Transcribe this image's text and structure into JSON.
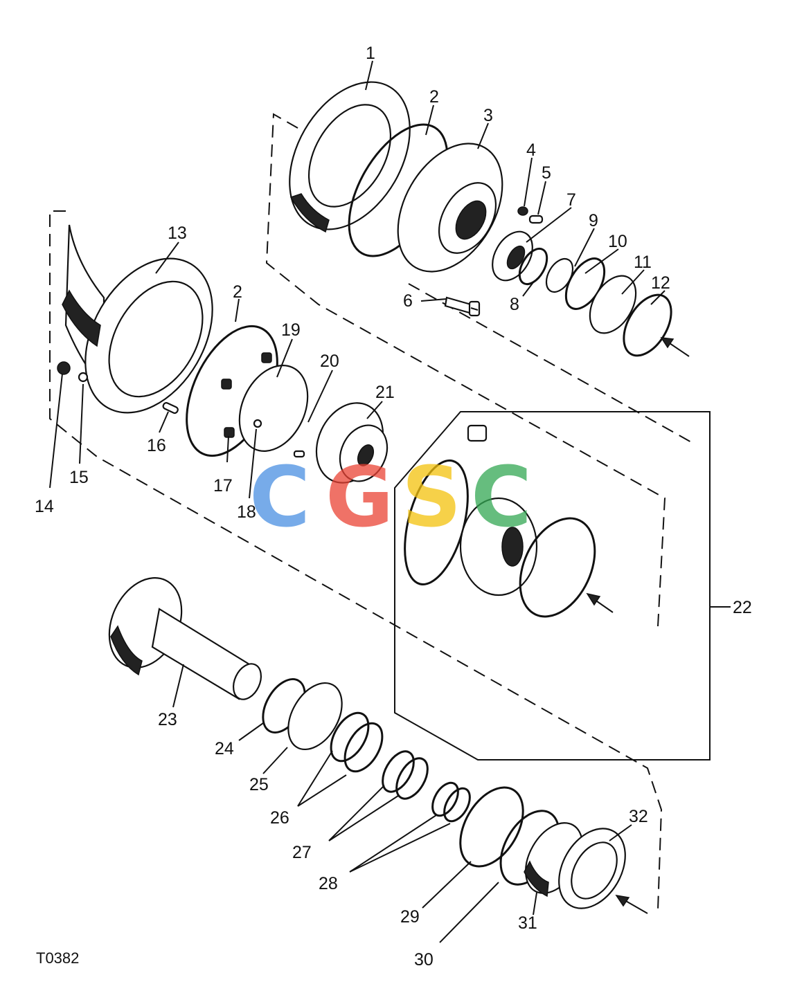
{
  "diagram_code": "T0382",
  "watermark": {
    "text": "CGSC",
    "letters": [
      "C",
      "G",
      "S",
      "C"
    ],
    "colors": [
      "#4a90e2",
      "#ea4335",
      "#f4c20d",
      "#34a853"
    ]
  },
  "callouts": [
    {
      "id": "1",
      "text": "1"
    },
    {
      "id": "2a",
      "text": "2"
    },
    {
      "id": "3",
      "text": "3"
    },
    {
      "id": "4",
      "text": "4"
    },
    {
      "id": "5",
      "text": "5"
    },
    {
      "id": "6",
      "text": "6"
    },
    {
      "id": "7",
      "text": "7"
    },
    {
      "id": "8",
      "text": "8"
    },
    {
      "id": "9",
      "text": "9"
    },
    {
      "id": "10",
      "text": "10"
    },
    {
      "id": "11",
      "text": "11"
    },
    {
      "id": "12",
      "text": "12"
    },
    {
      "id": "13",
      "text": "13"
    },
    {
      "id": "2b",
      "text": "2"
    },
    {
      "id": "14",
      "text": "14"
    },
    {
      "id": "15",
      "text": "15"
    },
    {
      "id": "16",
      "text": "16"
    },
    {
      "id": "17",
      "text": "17"
    },
    {
      "id": "18",
      "text": "18"
    },
    {
      "id": "19",
      "text": "19"
    },
    {
      "id": "20",
      "text": "20"
    },
    {
      "id": "21",
      "text": "21"
    },
    {
      "id": "22",
      "text": "22"
    },
    {
      "id": "23",
      "text": "23"
    },
    {
      "id": "24",
      "text": "24"
    },
    {
      "id": "25",
      "text": "25"
    },
    {
      "id": "26",
      "text": "26"
    },
    {
      "id": "27",
      "text": "27"
    },
    {
      "id": "28",
      "text": "28"
    },
    {
      "id": "29",
      "text": "29"
    },
    {
      "id": "30",
      "text": "30"
    },
    {
      "id": "31",
      "text": "31"
    },
    {
      "id": "32",
      "text": "32"
    }
  ]
}
